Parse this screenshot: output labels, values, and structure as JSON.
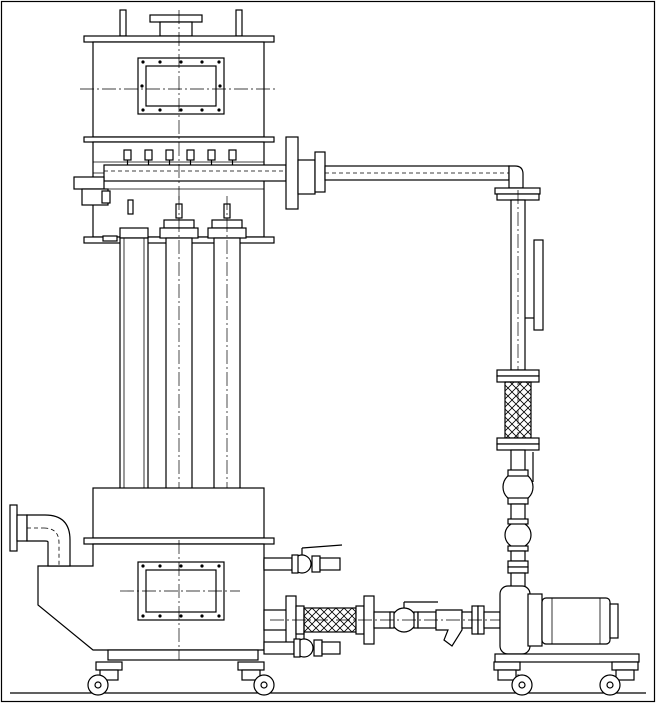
{
  "drawing": {
    "type": "engineering-elevation",
    "colors": {
      "line": "#000000",
      "background": "#ffffff"
    },
    "components": [
      "border-frame",
      "upper-vessel",
      "inspection-window",
      "valve-manifold",
      "filter-cartridges",
      "lower-tank",
      "side-inlet-elbow",
      "vertical-return-pipe",
      "flexible-hose",
      "ball-valves",
      "y-strainer",
      "motor-pump",
      "caster-wheels"
    ]
  }
}
